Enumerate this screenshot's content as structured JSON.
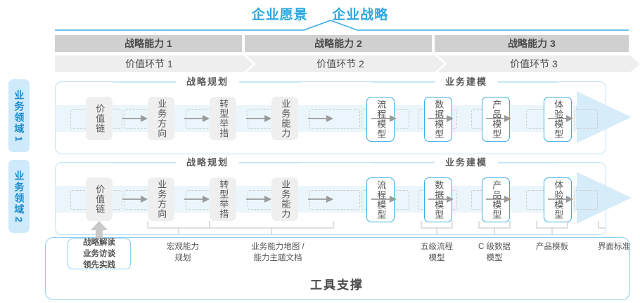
{
  "header": {
    "vision": "企业愿景",
    "strategy": "企业战略"
  },
  "capability_bars": [
    {
      "label": "战略能力 1"
    },
    {
      "label": "战略能力 2"
    },
    {
      "label": "战略能力 3"
    }
  ],
  "value_bars": [
    {
      "label": "价值环节 1"
    },
    {
      "label": "价值环节 2"
    },
    {
      "label": "价值环节 3"
    }
  ],
  "domains": [
    {
      "name": "业务领域",
      "index": "1"
    },
    {
      "name": "业务领域",
      "index": "2"
    }
  ],
  "sections": {
    "planning": "战略规划",
    "modeling": "业务建模"
  },
  "nodes": {
    "planning": [
      "价值链",
      "业务方向",
      "转型举措",
      "业务能力"
    ],
    "modeling": [
      "流程模型",
      "数据模型",
      "产品模型",
      "体验模型"
    ]
  },
  "tools": {
    "first_box": "战略解读\n业务访谈\n领先实践",
    "first_box_lines": [
      "战略解读",
      "业务访谈",
      "领先实践"
    ],
    "items": [
      {
        "lines": [
          "宏观能力",
          "规划"
        ]
      },
      {
        "lines": [
          "业务能力地图 /",
          "能力主题文档"
        ]
      },
      {
        "lines": [
          "五级流程",
          "模型"
        ]
      },
      {
        "lines": [
          "C 级数据",
          "模型"
        ]
      },
      {
        "lines": [
          "产品模板"
        ]
      },
      {
        "lines": [
          "界面标准"
        ]
      }
    ],
    "title": "工具支撑"
  },
  "colors": {
    "accent": "#29a8e0",
    "accent_line": "#3aaee4",
    "tab_bg": "#cfeafb",
    "tab_text": "#1b8ccc",
    "bar_dark": "#d0d0d0",
    "bar_light": "#eeeeee",
    "node_grey": "#efefef",
    "band": "#eaf6fc",
    "arrow_big": "#d6ecf8",
    "text_dark": "#4a4a4a"
  }
}
